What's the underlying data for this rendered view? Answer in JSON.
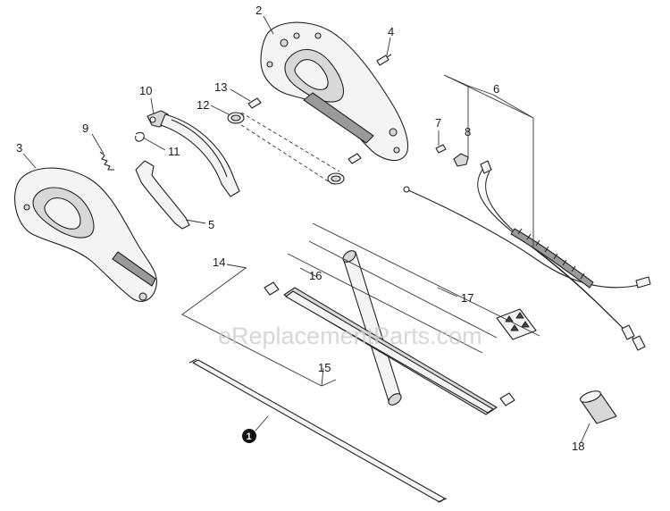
{
  "callouts": [
    "2",
    "4",
    "6",
    "10",
    "13",
    "12",
    "7",
    "8",
    "9",
    "11",
    "3",
    "5",
    "14",
    "16",
    "17",
    "15",
    "18"
  ],
  "badge": "1",
  "watermark": "eReplacementParts.com"
}
